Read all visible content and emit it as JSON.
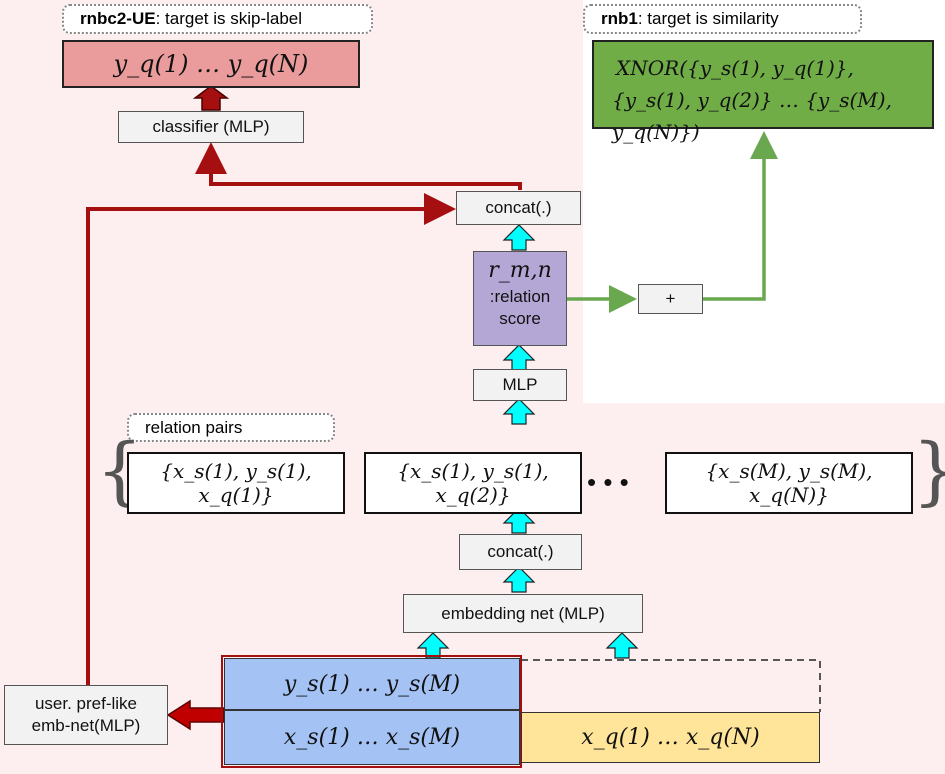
{
  "top_left_label": {
    "bold": "rnbc2-UE",
    "rest": ": target is skip-label"
  },
  "top_right_label": {
    "bold": "rnb1",
    "rest": ": target is similarity"
  },
  "output_left": "y_q(1) … y_q(N)",
  "classifier": "classifier (MLP)",
  "xnor_line1": "XNOR({y_s(1), y_q(1)},",
  "xnor_line2": "{y_s(1), y_q(2)} … {y_s(M), y_q(N)})",
  "concat_top": "concat(.)",
  "relation_score": {
    "symbol": "r_m,n",
    "line1": ":relation",
    "line2": "score"
  },
  "plus": "+",
  "mlp": "MLP",
  "relation_pairs_label": "relation pairs",
  "pairs": [
    "{x_s(1), y_s(1), x_q(1)}",
    "{x_s(1), y_s(1), x_q(2)}",
    "{x_s(M), y_s(M), x_q(N)}"
  ],
  "ellipsis": "• • •",
  "concat_mid": "concat(.)",
  "embedding_net": "embedding net (MLP)",
  "support_y": "y_s(1) … y_s(M)",
  "support_x": "x_s(1) … x_s(M)",
  "query_x": "x_q(1) … x_q(N)",
  "user_pref": {
    "line1": "user. pref-like",
    "line2": "emb-net(MLP)"
  },
  "colors": {
    "red_box": "#ea9b9b",
    "green_box": "#70ad47",
    "purple_box": "#b4a7d6",
    "blue_box": "#a4c2f4",
    "yellow_box": "#ffe599",
    "dark_red": "#a50f0f",
    "green_line": "#6aa84f",
    "cyan_arrow": "#00ffff"
  }
}
